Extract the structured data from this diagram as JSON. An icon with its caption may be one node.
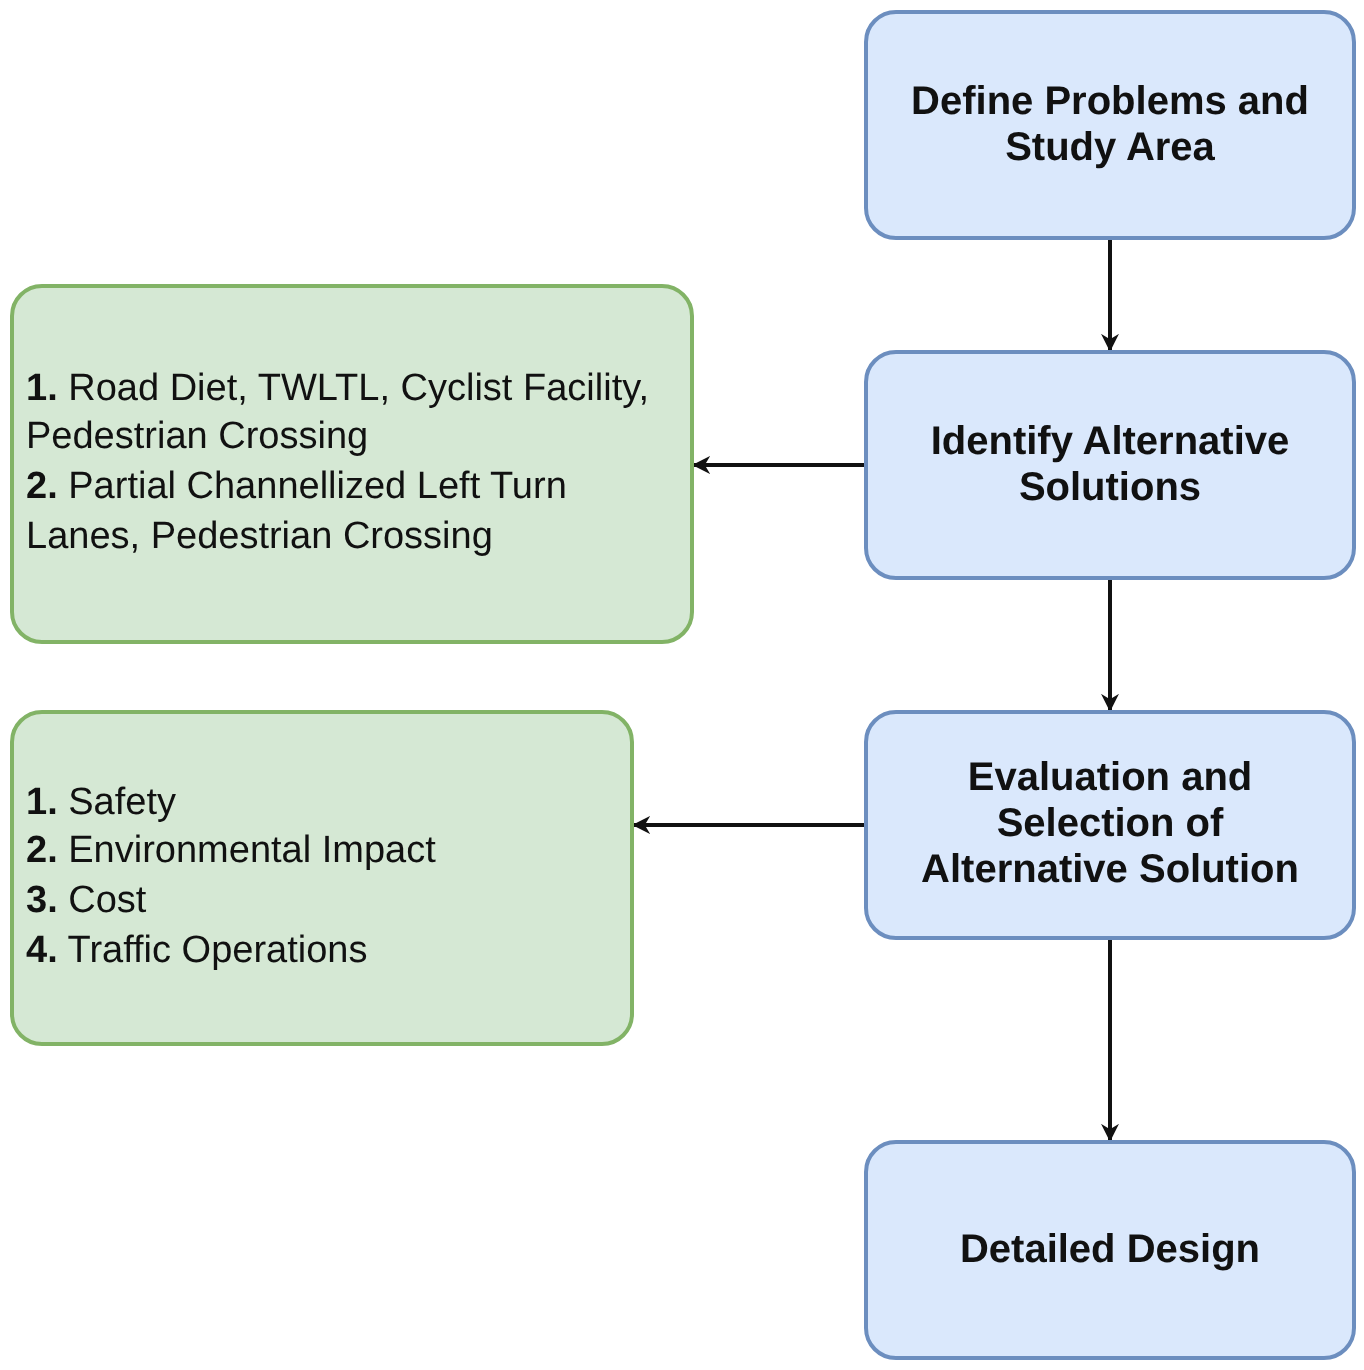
{
  "diagram": {
    "nodes": [
      {
        "text": [
          "Define Problems and Study Area"
        ]
      },
      {
        "text": [
          "**1.** Road Diet, TWLTL, Cyclist Facility, Pedestrian Crossing",
          "**2.** Partial Channellized Left Turn Lanes, Pedestrian Crossing"
        ]
      },
      {
        "text": [
          "Identify Alternative Solutions"
        ]
      },
      {
        "text": [
          "**1.** Safety",
          "**2.** Environmental Impact",
          "**3.** Cost",
          "**4.** Traffic Operations"
        ]
      },
      {
        "text": [
          "Evaluation and Selection of Alternative Solution"
        ]
      },
      {
        "text": [
          "Detailed Design"
        ]
      }
    ],
    "edges": [
      {
        "from": 0,
        "to": 2,
        "arrow": "to"
      },
      {
        "from": 2,
        "to": 1,
        "arrow": "to"
      },
      {
        "from": 2,
        "to": 4,
        "arrow": "to"
      },
      {
        "from": 4,
        "to": 3,
        "arrow": "to"
      },
      {
        "from": 4,
        "to": 5,
        "arrow": "to"
      }
    ]
  }
}
